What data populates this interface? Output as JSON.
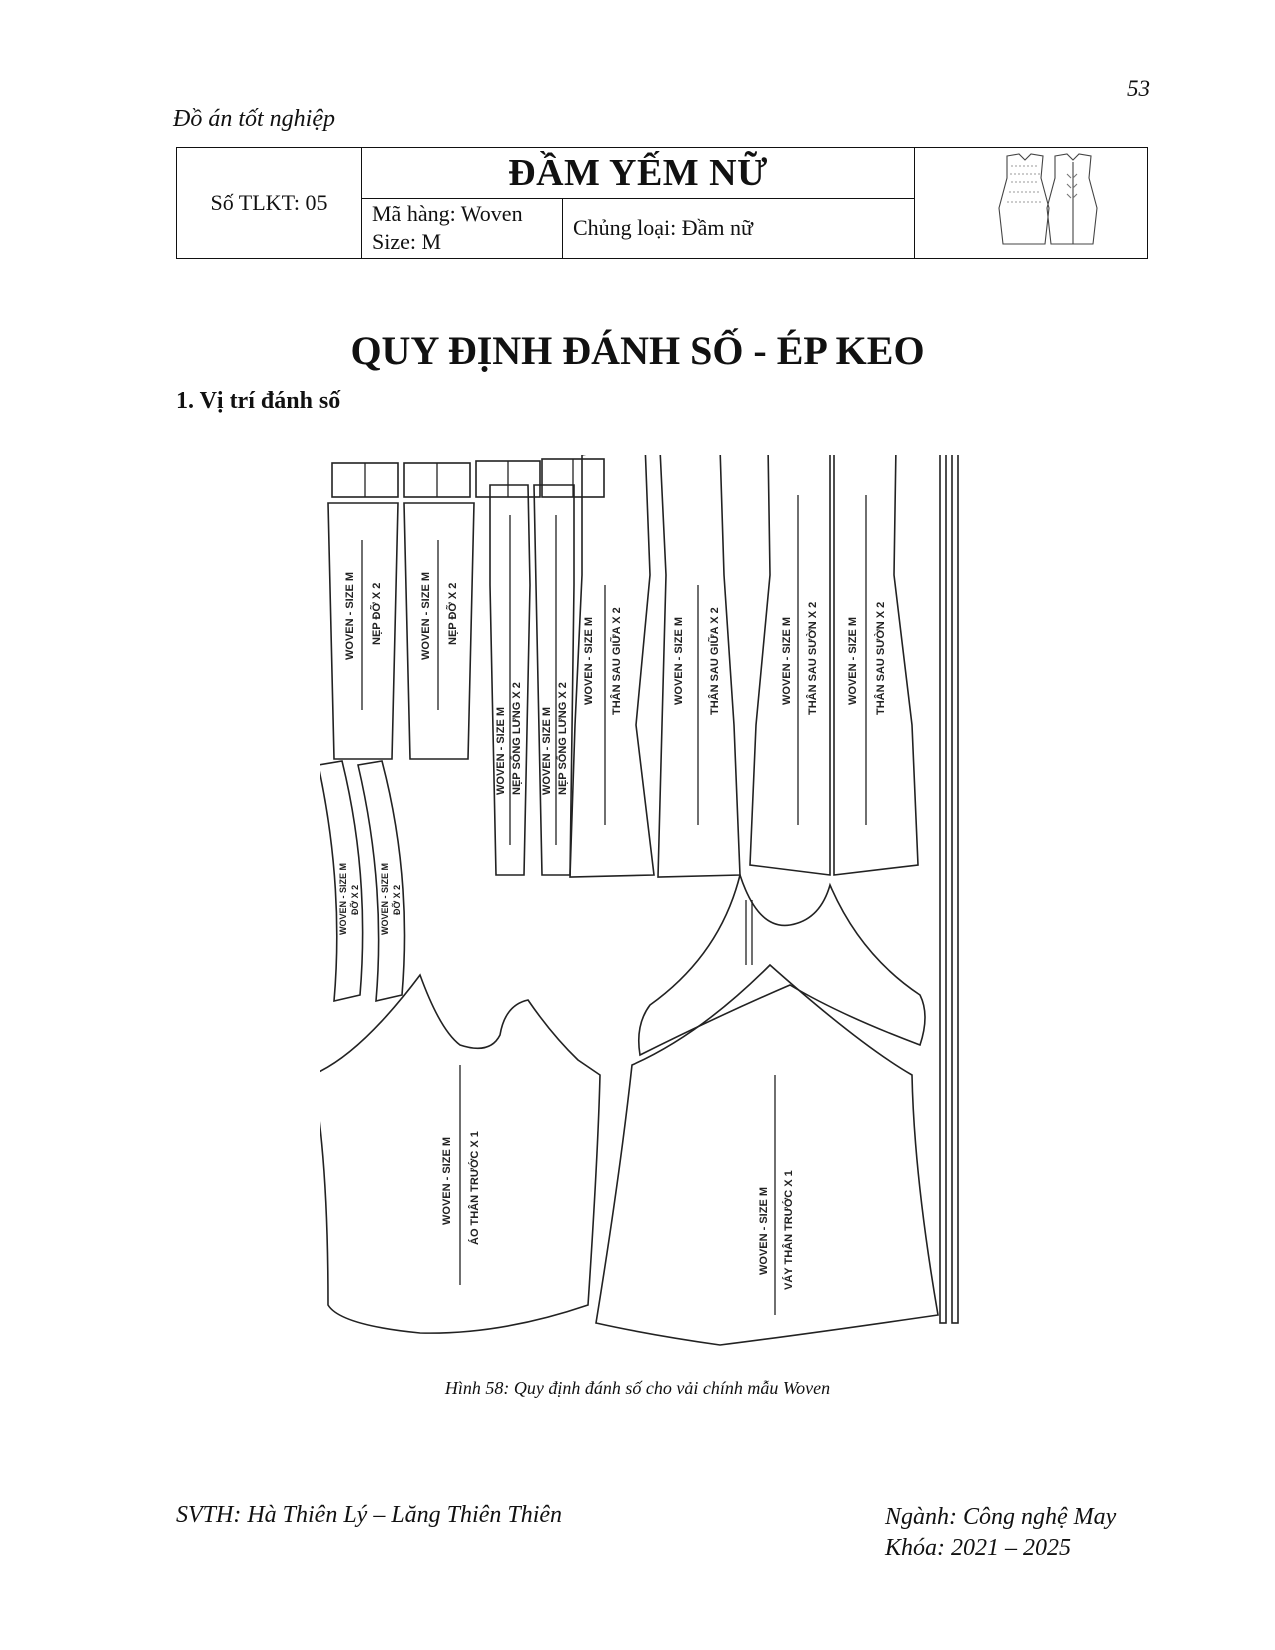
{
  "page_number": "53",
  "header": "Đồ án tốt nghiệp",
  "info_table": {
    "doc_no": "Số TLKT: 05",
    "product_title": "ĐẦM YẾM NỮ",
    "style_code": "Mã hàng: Woven",
    "size": "Size: M",
    "category": "Chủng loại: Đầm nữ"
  },
  "main_title": "QUY ĐỊNH ĐÁNH SỐ - ÉP KEO",
  "section_1": "1. Vị trí đánh số",
  "pattern_labels": {
    "nep_do": [
      "WOVEN - SIZE M",
      "NẸP ĐỠ X 2"
    ],
    "nep_song_lung": [
      "WOVEN - SIZE M",
      "NẸP SỐNG LƯNG X 2"
    ],
    "than_sau_giua": [
      "WOVEN - SIZE M",
      "THÂN SAU GIỮA X 2"
    ],
    "than_sau_suon": [
      "WOVEN - SIZE M",
      "THÂN SAU SƯỜN X 2"
    ],
    "do": [
      "WOVEN - SIZE M",
      "ĐỠ X 2"
    ],
    "ao_than_truoc": [
      "WOVEN - SIZE M",
      "ÁO THÂN TRƯỚC X 1"
    ],
    "vay_than_truoc": [
      "WOVEN - SIZE M",
      "VÁY THÂN TRƯỚC X 1"
    ]
  },
  "caption": "Hình 58: Quy định đánh số cho vải chính mẫu Woven",
  "footer": {
    "students": "SVTH: Hà Thiên Lý – Lăng Thiên Thiên",
    "major": "Ngành: Công nghệ May",
    "course": "Khóa: 2021 – 2025"
  }
}
